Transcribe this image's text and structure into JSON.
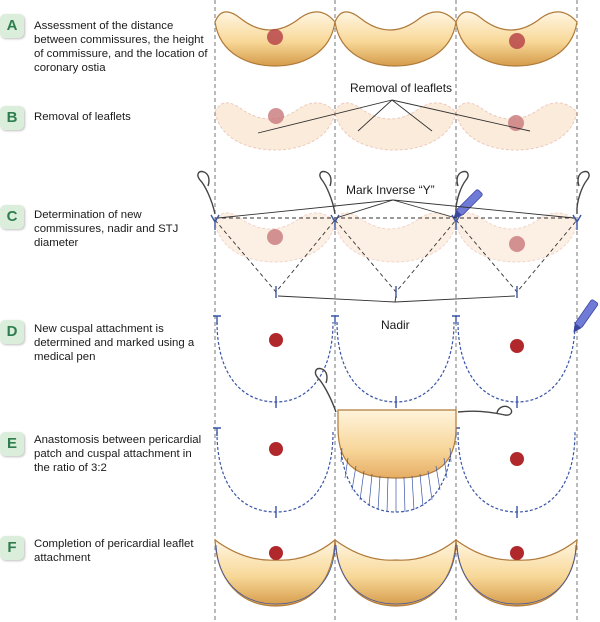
{
  "steps": [
    {
      "letter": "A",
      "text": "Assessment of the distance between commissures, the height of commissure, and the location of coronary ostia"
    },
    {
      "letter": "B",
      "text": "Removal of leaflets"
    },
    {
      "letter": "C",
      "text": "Determination of new commissures, nadir and STJ diameter"
    },
    {
      "letter": "D",
      "text": "New cuspal attachment is determined and marked using a medical pen"
    },
    {
      "letter": "E",
      "text": "Anastomosis between pericardial patch and cuspal attachment in the ratio of 3:2"
    },
    {
      "letter": "F",
      "text": "Completion of pericardial leaflet attachment"
    }
  ],
  "annotations": {
    "removal": "Removal of leaflets",
    "inverse_y": "Mark Inverse “Y”",
    "nadir": "Nadir"
  },
  "colors": {
    "badge_bg": "#dbeedb",
    "badge_text": "#2e7d4f",
    "leaflet_fill": "#f6d49a",
    "leaflet_edge": "#b07a3a",
    "ostium": "#b0282c",
    "suture_line": "#3a55a8",
    "pen": "#6f7bd6"
  }
}
